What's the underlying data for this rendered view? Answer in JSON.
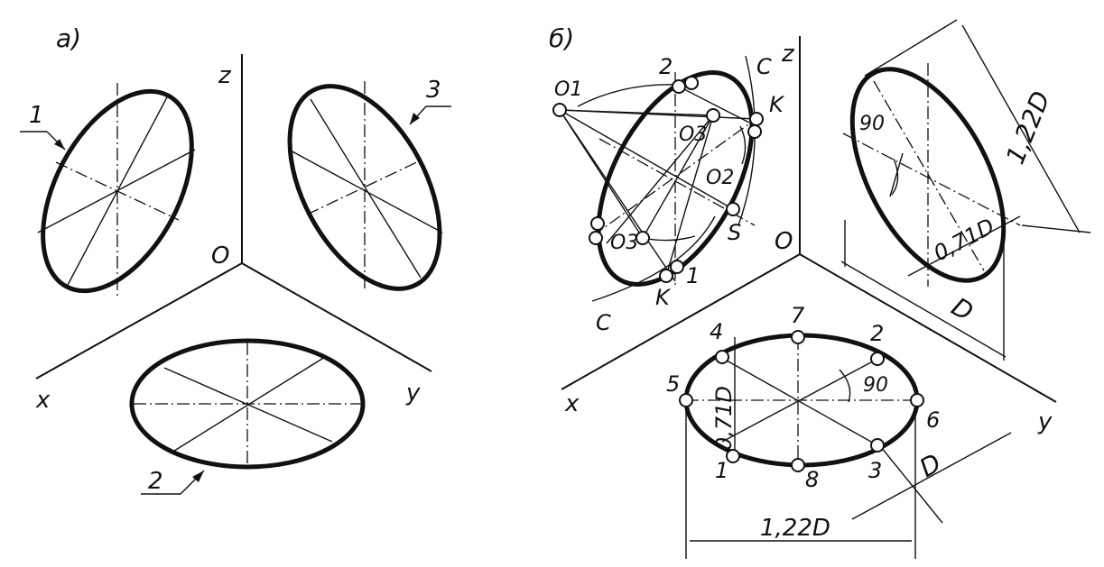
{
  "panel_a": {
    "label": "а)",
    "axes": {
      "z": "z",
      "origin": "O",
      "x": "x",
      "y": "y"
    },
    "ellipse_labels": [
      "1",
      "2",
      "3"
    ]
  },
  "panel_b": {
    "label": "б)",
    "axes": {
      "z": "z",
      "origin": "O",
      "x": "x",
      "y": "y"
    },
    "left_construction": {
      "points": [
        "O1",
        "2",
        "C",
        "K",
        "O3",
        "O2",
        "O3",
        "S",
        "1",
        "K",
        "C"
      ]
    },
    "right_ellipse": {
      "dim_major": "1,22D",
      "dim_minor": "0,71D",
      "dim_diameter": "D",
      "angle": "90"
    },
    "bottom_ellipse": {
      "points": [
        "1",
        "2",
        "3",
        "4",
        "5",
        "6",
        "7",
        "8"
      ],
      "dim_major": "1,22D",
      "dim_minor": "0,71D",
      "dim_diameter": "D",
      "angle": "90"
    }
  }
}
